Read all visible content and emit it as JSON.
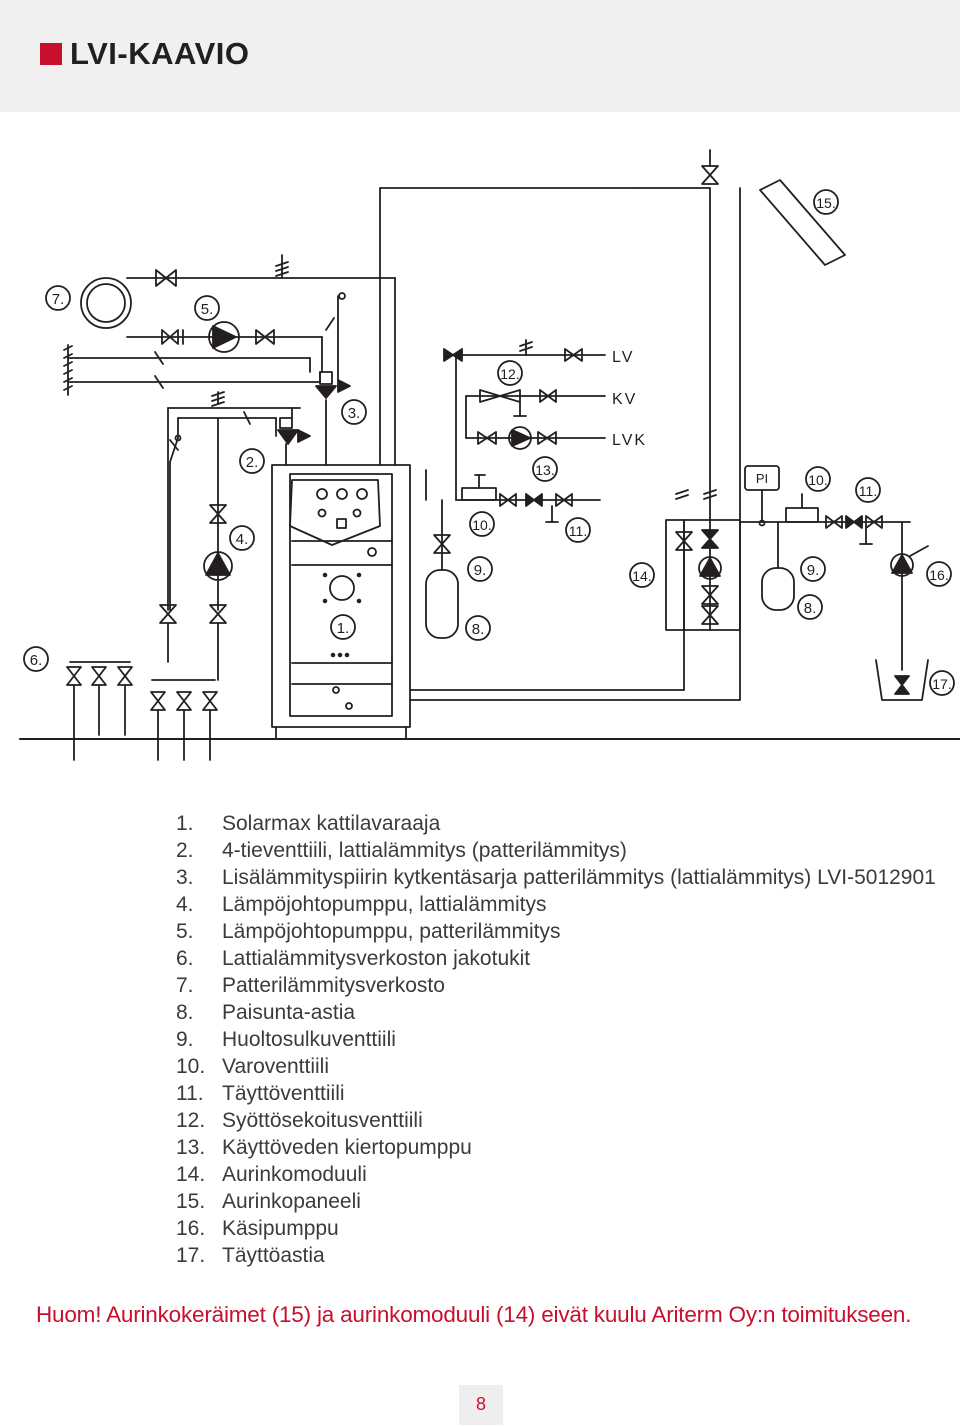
{
  "header": {
    "title": "LVI-KAAVIO",
    "accent": "#c8102e"
  },
  "diagram": {
    "callouts": [
      "1.",
      "2.",
      "3.",
      "4.",
      "5.",
      "6.",
      "7.",
      "8.",
      "9.",
      "10.",
      "11.",
      "12.",
      "13.",
      "14.",
      "15.",
      "16.",
      "17."
    ],
    "pipe_labels": {
      "lv": "LV",
      "kv": "KV",
      "lvk": "LVK"
    },
    "gauge_label": "PI"
  },
  "legend": [
    {
      "num": "1.",
      "text": "Solarmax kattilavaraaja"
    },
    {
      "num": "2.",
      "text": "4-tieventtiili, lattialämmitys (patterilämmitys)"
    },
    {
      "num": "3.",
      "text": "Lisälämmityspiirin kytkentäsarja patterilämmitys (lattialämmitys) LVI-5012901"
    },
    {
      "num": "4.",
      "text": "Lämpöjohtopumppu, lattialämmitys"
    },
    {
      "num": "5.",
      "text": "Lämpöjohtopumppu, patterilämmitys"
    },
    {
      "num": "6.",
      "text": "Lattialämmitysverkoston jakotukit"
    },
    {
      "num": "7.",
      "text": "Patterilämmitysverkosto"
    },
    {
      "num": "8.",
      "text": "Paisunta-astia"
    },
    {
      "num": "9.",
      "text": "Huoltosulkuventtiili"
    },
    {
      "num": "10.",
      "text": "Varoventtiili"
    },
    {
      "num": "11.",
      "text": "Täyttöventtiili"
    },
    {
      "num": "12.",
      "text": "Syöttösekoitusventtiili"
    },
    {
      "num": "13.",
      "text": "Käyttöveden kiertopumppu"
    },
    {
      "num": "14.",
      "text": "Aurinkomoduuli"
    },
    {
      "num": "15.",
      "text": "Aurinkopaneeli"
    },
    {
      "num": "16.",
      "text": "Käsipumppu"
    },
    {
      "num": "17.",
      "text": "Täyttöastia"
    }
  ],
  "note": "Huom! Aurinkokeräimet (15) ja aurinkomoduuli (14) eivät kuulu Ariterm Oy:n toimitukseen.",
  "page": {
    "number": "8"
  }
}
